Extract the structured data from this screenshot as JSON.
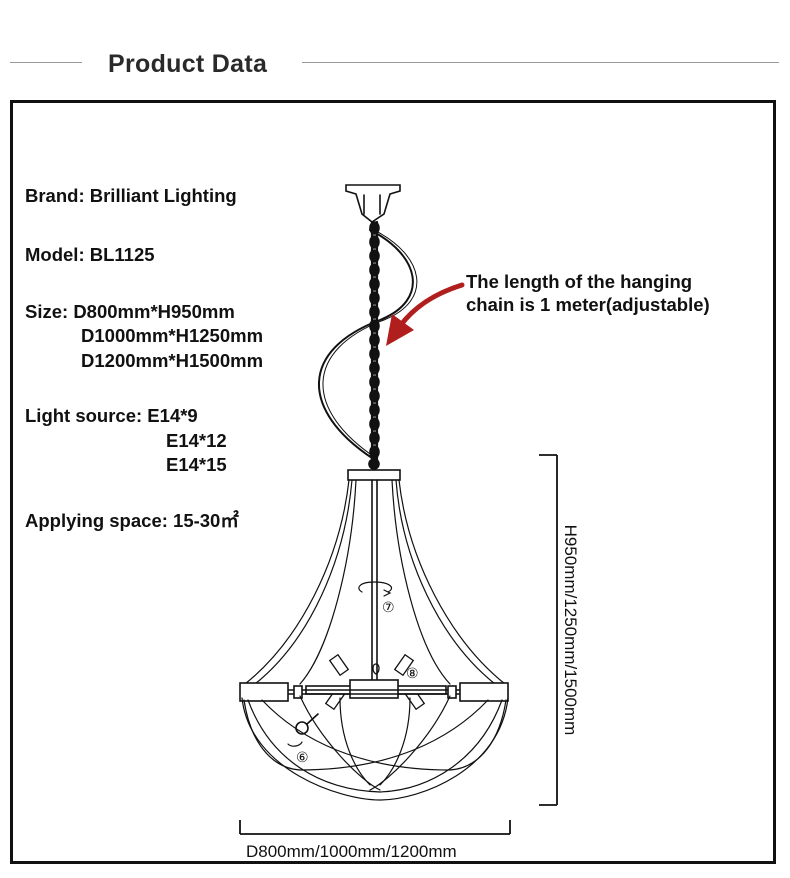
{
  "header": {
    "title": "Product Data"
  },
  "specs": {
    "brand": "Brand: Brilliant Lighting",
    "model": "Model: BL1125",
    "size_label": "Size: D800mm*H950mm",
    "size_2": "D1000mm*H1250mm",
    "size_3": "D1200mm*H1500mm",
    "light_label": "Light source: E14*9",
    "light_2": "E14*12",
    "light_3": "E14*15",
    "space": "Applying space: 15-30㎡"
  },
  "callout": {
    "line1": "The length of the hanging",
    "line2": "chain is 1 meter(adjustable)"
  },
  "dimensions": {
    "height": "H950mm/1250mm/1500mm",
    "diameter": "D800mm/1000mm/1200mm"
  },
  "markers": [
    "⑦",
    "⑧",
    "⑥"
  ],
  "colors": {
    "arrow": "#b01e1e",
    "line": "#111111",
    "header_rule": "#9a9a9a"
  }
}
